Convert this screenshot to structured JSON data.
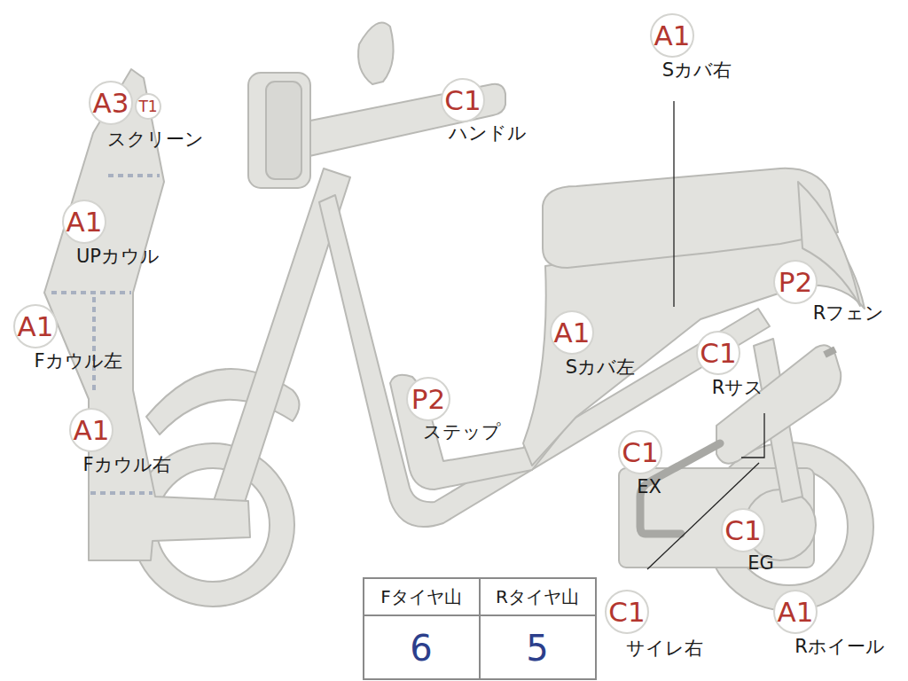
{
  "diagram": {
    "nodes": [
      {
        "text": [
          "A3",
          "スクリーン"
        ]
      },
      {
        "text": [
          "T1"
        ]
      },
      {
        "text": [
          "A1",
          "UPカウル"
        ]
      },
      {
        "text": [
          "A1",
          "Fカウル左"
        ]
      },
      {
        "text": [
          "A1",
          "Fカウル右"
        ]
      },
      {
        "text": [
          "C1",
          "ハンドル"
        ]
      },
      {
        "text": [
          "P2",
          "ステップ"
        ]
      },
      {
        "text": [
          "A1",
          "Sカバ右"
        ]
      },
      {
        "text": [
          "A1",
          "Sカバ左"
        ]
      },
      {
        "text": [
          "P2",
          "Rフェン"
        ]
      },
      {
        "text": [
          "C1",
          "Rサス"
        ]
      },
      {
        "text": [
          "C1",
          "EX"
        ]
      },
      {
        "text": [
          "C1",
          "EG"
        ]
      },
      {
        "text": [
          "C1",
          "サイレ右"
        ]
      },
      {
        "text": [
          "A1",
          "Rホイール"
        ]
      }
    ],
    "labels": [
      "Fタイヤ山",
      "Rタイヤ山",
      "6",
      "5"
    ]
  }
}
